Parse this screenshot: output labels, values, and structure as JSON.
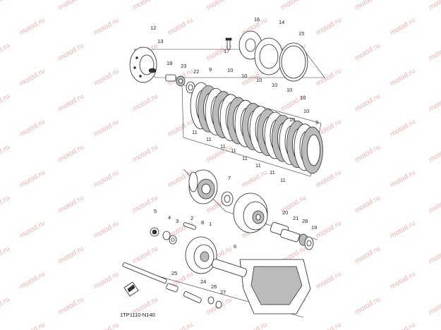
{
  "diagram": {
    "watermark": "motod.ru",
    "code": "1TP1110-N140",
    "labels": {
      "p1": "1",
      "p2": "2",
      "p3": "3",
      "p4": "4",
      "p5": "5",
      "p6": "6",
      "p7": "7",
      "p8": "8",
      "p9a": "9",
      "p9b": "9",
      "p10a": "10",
      "p10b": "10",
      "p10c": "10",
      "p10d": "10",
      "p10e": "10",
      "p10f": "10",
      "p10g": "10",
      "p10h": "10",
      "p11a": "11",
      "p11b": "11",
      "p11c": "11",
      "p11d": "11",
      "p11e": "11",
      "p11f": "11",
      "p11g": "11",
      "p11h": "11",
      "p12": "12",
      "p13": "13",
      "p14": "14",
      "p15": "15",
      "p16": "16",
      "p17": "17",
      "p18": "18",
      "p19": "19",
      "p20": "20",
      "p21": "21",
      "p22": "22",
      "p23": "23",
      "p24": "24",
      "p25": "25",
      "p26": "26",
      "p27": "27",
      "p28": "28"
    }
  }
}
